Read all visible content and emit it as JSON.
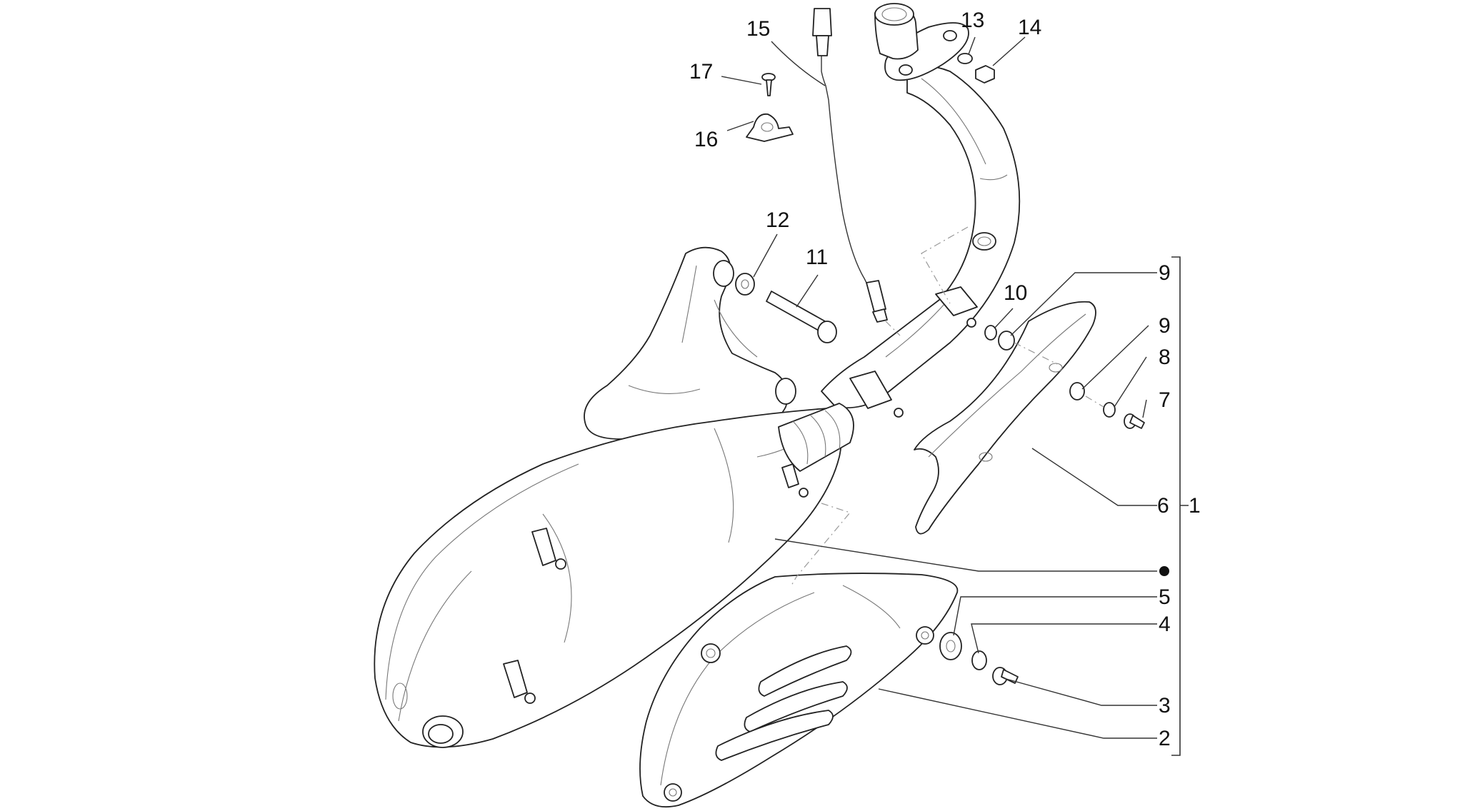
{
  "labels": {
    "n1": "1",
    "n2": "2",
    "n3": "3",
    "n4": "4",
    "n5": "5",
    "n6": "6",
    "n7": "7",
    "n8": "8",
    "n9a": "9",
    "n9b": "9",
    "n10": "10",
    "n11": "11",
    "n12": "12",
    "n13": "13",
    "n14": "14",
    "n15": "15",
    "n16": "16",
    "n17": "17"
  },
  "colors": {
    "line": "#222222",
    "background": "#ffffff"
  }
}
